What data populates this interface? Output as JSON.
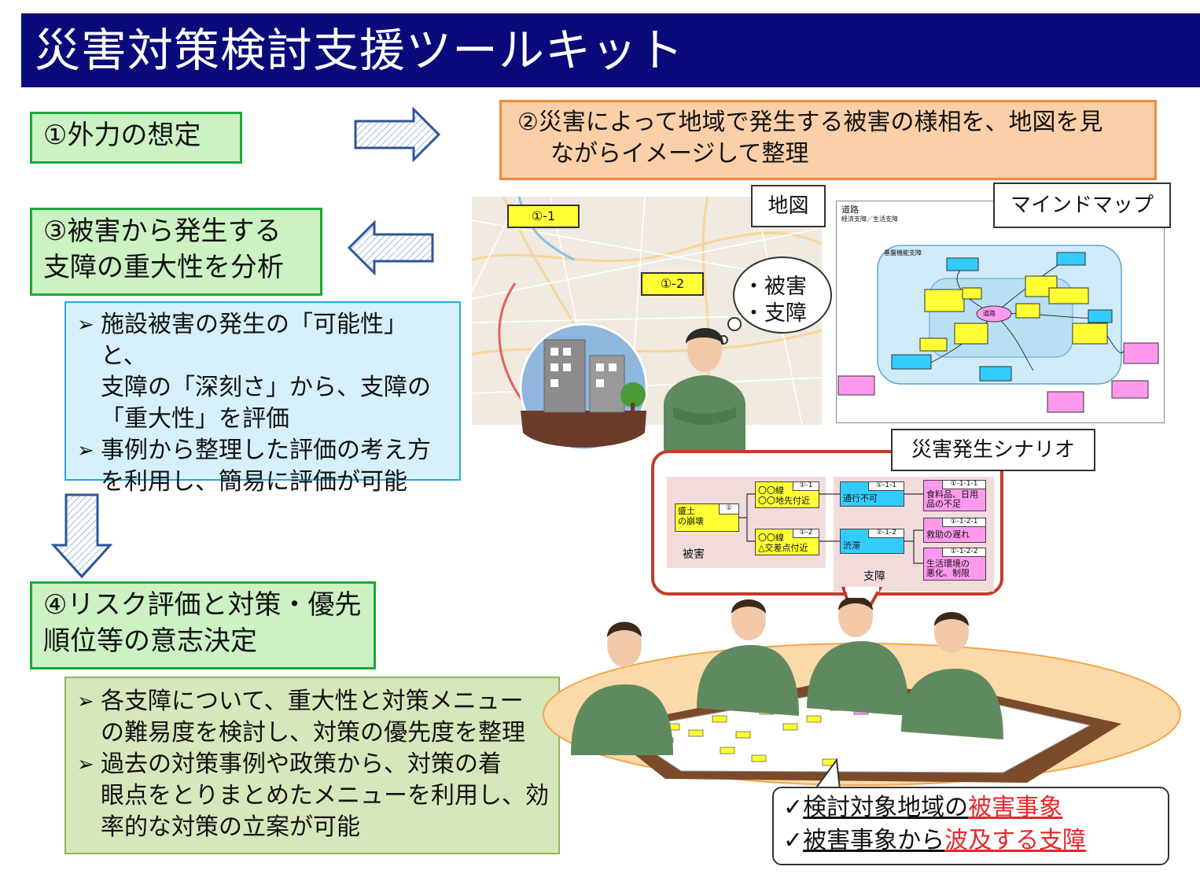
{
  "title": "災害対策検討支援ツールキット",
  "steps": {
    "step1": "①外力の想定",
    "step2_line1": "②災害によって地域で発生する被害の様相を、地図を見",
    "step2_line2": "ながらイメージして整理",
    "step3_line1": "③被害から発生する",
    "step3_line2": "支障の重大性を分析",
    "step4_line1": "④リスク評価と対策・優先",
    "step4_line2": "順位等の意志決定"
  },
  "blue_box": {
    "marker": "➢",
    "bullet1_l1": "施設被害の発生の「可能性」と、",
    "bullet1_l2": "支障の「深刻さ」から、支障の",
    "bullet1_l3": "「重大性」を評価",
    "bullet2_l1": "事例から整理した評価の考え方",
    "bullet2_l2": "を利用し、簡易に評価が可能"
  },
  "green_box": {
    "marker": "➢",
    "bullet1_l1": "各支障について、重大性と対策メニュー",
    "bullet1_l2": "の難易度を検討し、対策の優先度を整理",
    "bullet2_l1": "過去の対策事例や政策から、対策の着",
    "bullet2_l2": "眼点をとりまとめたメニューを利用し、効",
    "bullet2_l3": "率的な対策の立案が可能"
  },
  "labels": {
    "map": "地図",
    "mindmap": "マインドマップ",
    "scenario": "災害発生シナリオ"
  },
  "map_tags": {
    "tag1": "①-1",
    "tag2": "①-2"
  },
  "thought": {
    "line1": "・被害",
    "line2": "・支障"
  },
  "mindmap": {
    "header1": "道路",
    "header2": "経済支障／生活支障",
    "group": "基盤機能支障",
    "center": "道路"
  },
  "scenario": {
    "root_text": "盛土\nの崩壊",
    "root_id": "①",
    "damage1_text": "〇〇線\n〇〇地先付近",
    "damage1_id": "①-1",
    "damage2_text": "〇〇線\n△交差点付近",
    "damage2_id": "①-2",
    "imp1_id": "①-1-1",
    "imp1_text": "通行不可",
    "imp2_id": "②-1-2",
    "imp2_text": "渋滞",
    "eff1_id": "①-1-1-1",
    "eff1_text": "食料品、日用\n品の不足",
    "eff2_id": "①-1-2-1",
    "eff2_text": "救助の遅れ",
    "eff3_id": "①-1-2-2",
    "eff3_text": "生活環境の\n悪化、制限",
    "label_damage": "被害",
    "label_impact": "支障"
  },
  "checklist": {
    "mark": "✓",
    "item1_a": "検討対象地域の",
    "item1_b": "被害事象",
    "item2_a": "被害事象から",
    "item2_b": "波及する支障"
  },
  "colors": {
    "title_bg": "#0a0a7a",
    "step_green": "#ccf2c4",
    "step_orange": "#fbcfa8",
    "info_blue": "#d5f0fb",
    "info_green": "#d6e7bc",
    "highlight_red": "#e8262a",
    "tag_yellow": "#ffff33",
    "node_cyan": "#33ccff",
    "node_pink": "#ff99ee"
  }
}
